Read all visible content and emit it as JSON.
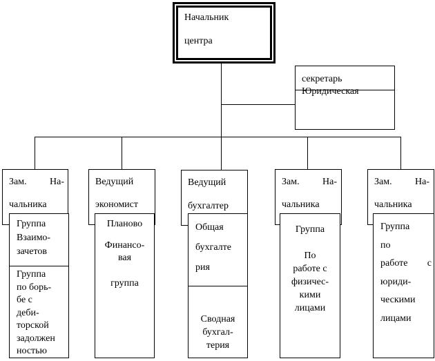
{
  "head": {
    "line1": "Начальник",
    "line2": "центра"
  },
  "side_box": {
    "top": "секретарь",
    "bottom": "Юридическая"
  },
  "level2": [
    {
      "line1a": "Зам.",
      "line1b": "На-",
      "line2": "чальника"
    },
    {
      "line1": "Ведущий",
      "line2": "экономист"
    },
    {
      "line1": "Ведущий",
      "line2": "бухгалтер"
    },
    {
      "line1a": "Зам.",
      "line1b": "На-",
      "line2": "чальника"
    },
    {
      "line1a": "Зам.",
      "line1b": "На-",
      "line2": "чальника"
    }
  ],
  "level3": {
    "box1_top": [
      "Группа",
      "Взаимо-",
      "зачетов"
    ],
    "box1_bottom": [
      "Группа",
      "по борь-",
      "бе с",
      "деби-",
      "торской",
      "задолжен",
      "ностью"
    ],
    "box2": [
      "Планово",
      "Финансо-",
      "вая",
      "группа"
    ],
    "box3_top": [
      "Общая",
      "бухгалте",
      "рия"
    ],
    "box3_bottom": [
      "Сводная",
      "бухгал-",
      "терия"
    ],
    "box4": [
      "Группа",
      "По",
      "работе с",
      "физичес-",
      "кими",
      "лицами"
    ],
    "box5": [
      "Группа",
      "по",
      "работе",
      "с",
      "юриди-",
      "ческими",
      "лицами"
    ]
  }
}
